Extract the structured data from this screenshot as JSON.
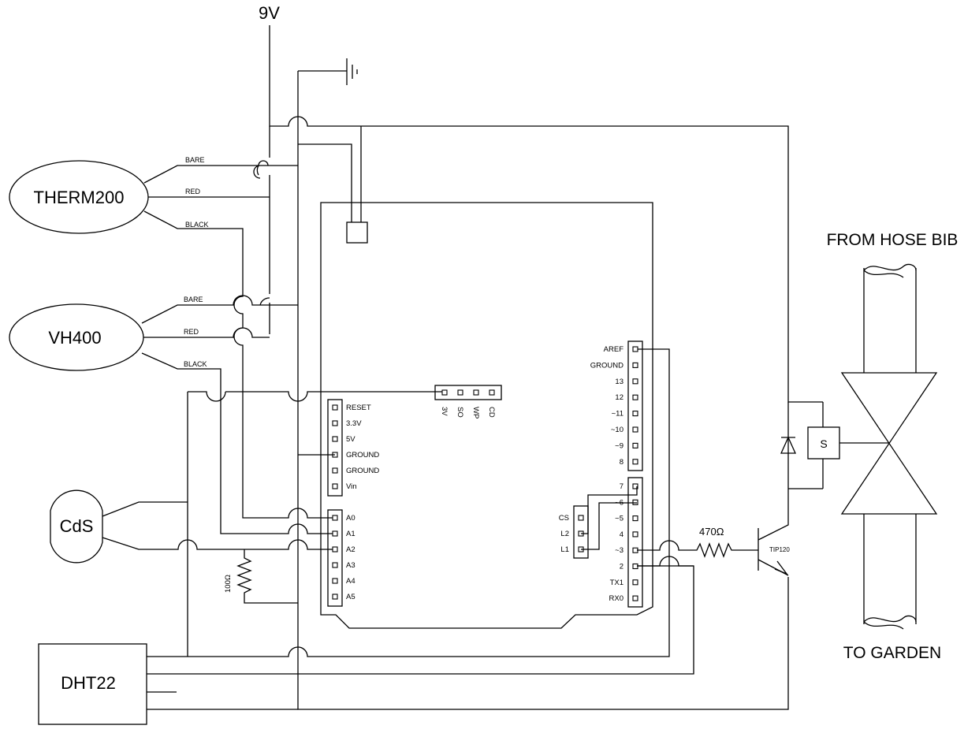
{
  "supply": {
    "label": "9V"
  },
  "sensors": {
    "therm200": {
      "label": "THERM200",
      "wires": [
        "BARE",
        "RED",
        "BLACK"
      ]
    },
    "vh400": {
      "label": "VH400",
      "wires": [
        "BARE",
        "RED",
        "BLACK"
      ]
    },
    "cds": {
      "label": "CdS"
    },
    "dht22": {
      "label": "DHT22"
    }
  },
  "power_header": [
    "RESET",
    "3.3V",
    "5V",
    "GROUND",
    "GROUND",
    "Vin"
  ],
  "analog_header": [
    "A0",
    "A1",
    "A2",
    "A3",
    "A4",
    "A5"
  ],
  "digital_header_top": [
    "AREF",
    "GROUND",
    "13",
    "12",
    "~11",
    "~10",
    "~9",
    "8"
  ],
  "digital_header_bottom": [
    "7",
    "~6",
    "~5",
    "4",
    "~3",
    "2",
    "TX1",
    "RX0"
  ],
  "sd_header": [
    "3V",
    "SO",
    "WP",
    "CD"
  ],
  "led_header": [
    "CS",
    "L2",
    "L1"
  ],
  "resistor_100": {
    "label": "100Ω"
  },
  "resistor_470": {
    "label": "470Ω"
  },
  "transistor": {
    "label": "TIP120"
  },
  "solenoid": {
    "label": "S"
  },
  "pipe": {
    "top_label": "FROM HOSE BIB",
    "bottom_label": "TO GARDEN"
  },
  "colors": {
    "line": "#000000",
    "background": "#ffffff"
  }
}
